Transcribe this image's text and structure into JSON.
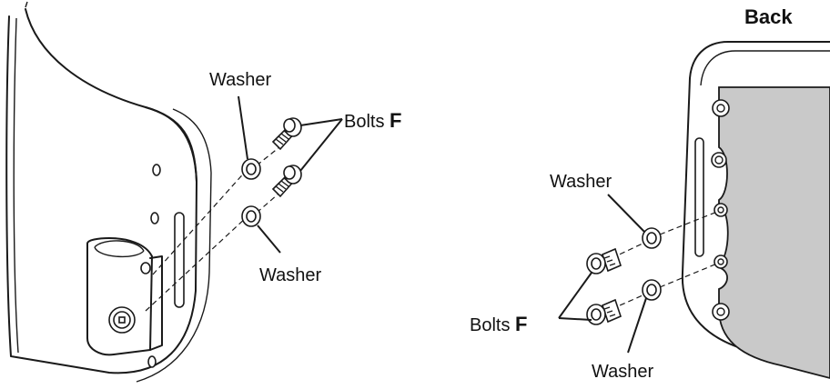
{
  "left_view": {
    "washer_top": "Washer",
    "washer_bottom": "Washer",
    "bolts_label": "Bolts",
    "bolts_letter": "F"
  },
  "right_view": {
    "title": "Back",
    "washer_top": "Washer",
    "washer_bottom": "Washer",
    "bolts_label": "Bolts",
    "bolts_letter": "F"
  }
}
